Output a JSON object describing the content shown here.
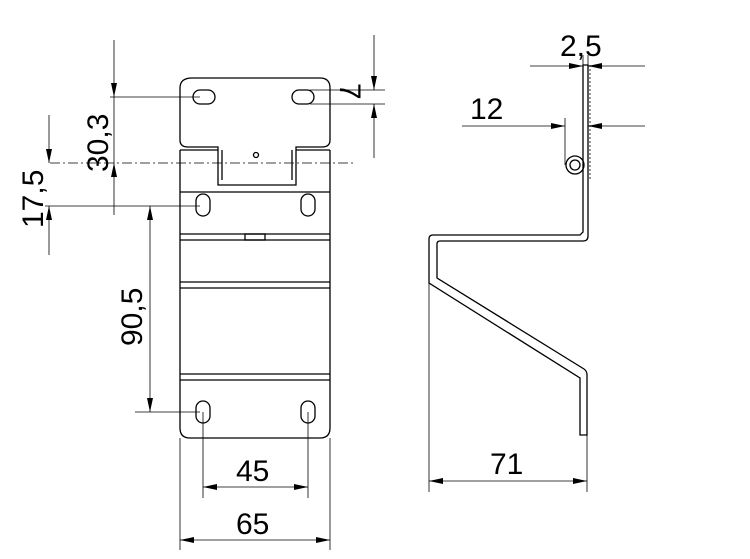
{
  "dimensions": {
    "thickness": "2,5",
    "hook_offset": "12",
    "slot_height": "7",
    "top_slot_to_axis": "30,3",
    "axis_to_slot": "17,5",
    "slot_spacing_vertical": "90,5",
    "slot_spacing_horizontal": "45",
    "width": "65",
    "depth": "71"
  }
}
